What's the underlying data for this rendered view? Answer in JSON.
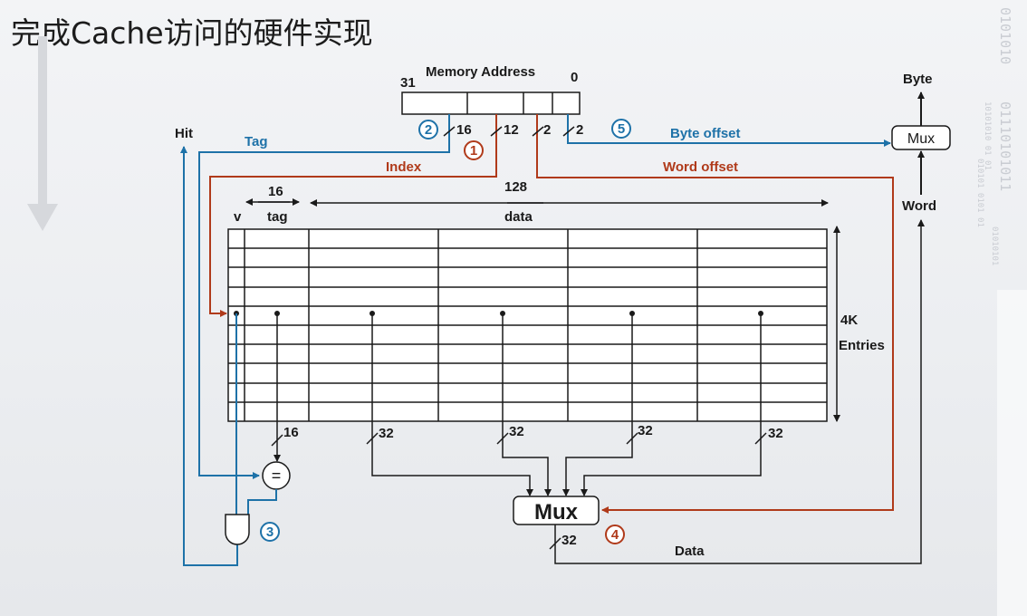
{
  "title": "完成Cache访问的硬件实现",
  "address": {
    "title": "Memory Address",
    "high_bit": "31",
    "low_bit": "0",
    "widths": [
      "16",
      "12",
      "2",
      "2"
    ]
  },
  "labels": {
    "hit": "Hit",
    "tag": "Tag",
    "index": "Index",
    "word_offset": "Word  offset",
    "byte_offset": "Byte offset",
    "byte": "Byte",
    "word": "Word",
    "mux_small": "Mux",
    "mux_big": "Mux",
    "data_out": "Data",
    "eq": "="
  },
  "cache": {
    "v": "v",
    "tag_bits": "16",
    "tag": "tag",
    "data_bits": "128",
    "data": "data",
    "entries_line1": "4K",
    "entries_line2": "Entries",
    "out_tag_bits": "16",
    "out_word_bits": [
      "32",
      "32",
      "32",
      "32"
    ],
    "mux_out_bits": "32"
  },
  "steps": [
    "1",
    "2",
    "3",
    "4",
    "5"
  ],
  "colors": {
    "blue": "#1e72a8",
    "red": "#b03a1a",
    "black": "#1a1a1a"
  }
}
